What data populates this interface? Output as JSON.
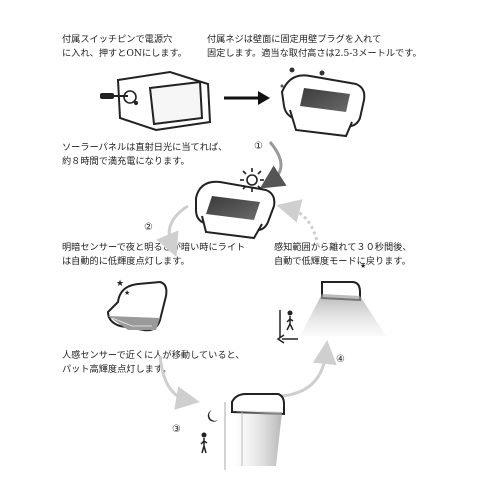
{
  "instructions": {
    "switch_pin": [
      "付属スイッチピンで電源穴",
      "に入れ、押すとONにします。"
    ],
    "mounting": [
      "付属ネジは壁面に固定用壁プラグを入れて",
      "固定します。適当な取付高さは2.5-3メートルです。"
    ],
    "solar": [
      "ソーラーパネルは直射日光に当てれば、",
      "約８時間で満充電になります。"
    ],
    "light_sensor": [
      "明暗センサーで夜と明るさが暗い時にライト",
      "は自動的に低輝度点灯します。"
    ],
    "motion_timeout": [
      "感知範囲から離れて３０秒間後、",
      "自動で低輝度モードに戻ります。"
    ],
    "motion_sensor": [
      "人感センサーで近くに人が移動していると、",
      "パット高輝度点灯します。"
    ]
  },
  "steps": [
    "①",
    "②",
    "③",
    "④"
  ]
}
